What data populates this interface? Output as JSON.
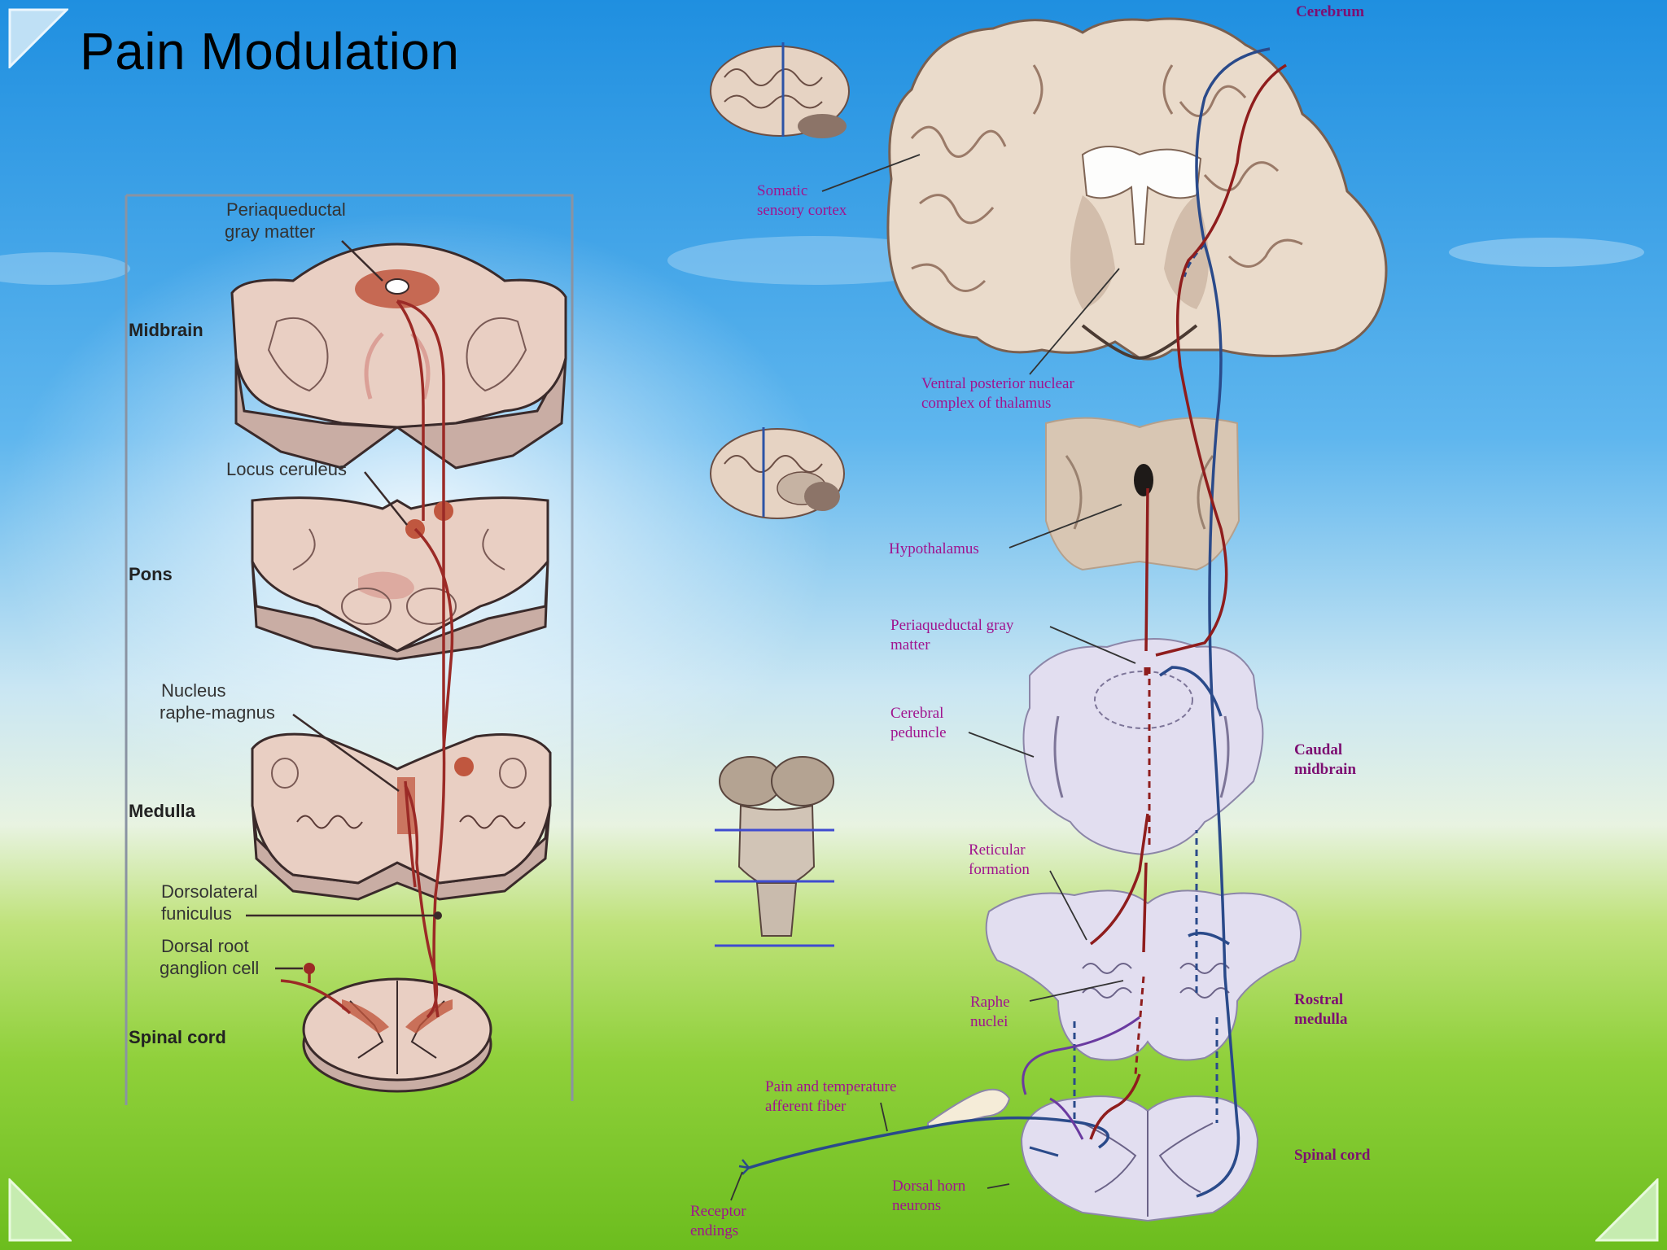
{
  "slide": {
    "title": "Pain Modulation"
  },
  "left_panel": {
    "labels": {
      "periaqueductal_1": "Periaqueductal",
      "periaqueductal_2": "gray matter",
      "midbrain": "Midbrain",
      "locus_ceruleus": "Locus ceruleus",
      "pons": "Pons",
      "nucleus_1": "Nucleus",
      "nucleus_2": "raphe-magnus",
      "medulla": "Medulla",
      "dorsolateral_1": "Dorsolateral",
      "dorsolateral_2": "funiculus",
      "drg_1": "Dorsal root",
      "drg_2": "ganglion cell",
      "spinal_cord": "Spinal cord"
    }
  },
  "right_panel": {
    "labels": {
      "cerebrum": "Cerebrum",
      "somatic_1": "Somatic",
      "somatic_2": "sensory cortex",
      "vpn_1": "Ventral posterior nuclear",
      "vpn_2": "complex of thalamus",
      "hypothalamus": "Hypothalamus",
      "pag_1": "Periaqueductal gray",
      "pag_2": "matter",
      "peduncle_1": "Cerebral",
      "peduncle_2": "peduncle",
      "caudal_1": "Caudal",
      "caudal_2": "midbrain",
      "reticular_1": "Reticular",
      "reticular_2": "formation",
      "raphe_1": "Raphe",
      "raphe_2": "nuclei",
      "rostral_1": "Rostral",
      "rostral_2": "medulla",
      "pain_1": "Pain and temperature",
      "pain_2": "afferent fiber",
      "spinal_cord": "Spinal cord",
      "receptor_1": "Receptor",
      "receptor_2": "endings",
      "dorsal_horn_1": "Dorsal horn",
      "dorsal_horn_2": "neurons"
    }
  },
  "colors": {
    "pathway_red": "#8f1d1d",
    "pathway_blue": "#2a4a8a",
    "tissue": "#e9cfc3",
    "label_magenta": "#a0138e"
  }
}
